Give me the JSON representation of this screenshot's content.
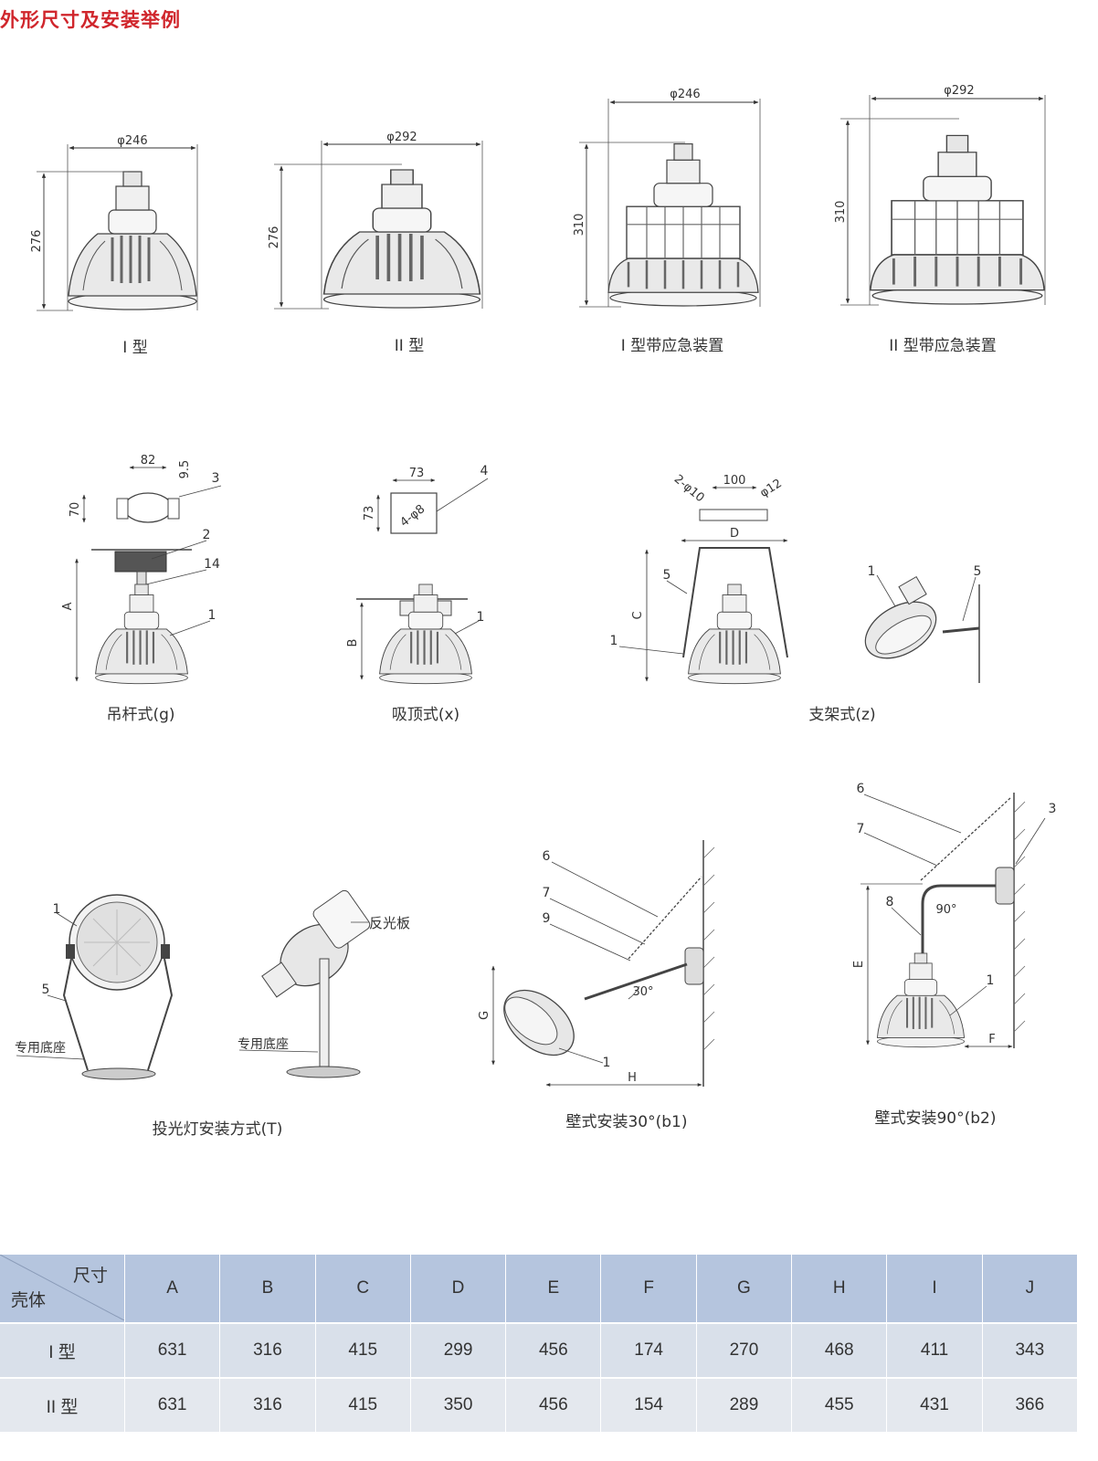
{
  "title": "外形尺寸及安装举例",
  "lamps": [
    {
      "caption": "I 型",
      "width": "φ246",
      "height": "276"
    },
    {
      "caption": "II 型",
      "width": "φ292",
      "height": "276"
    },
    {
      "caption": "I 型带应急装置",
      "width": "φ246",
      "height": "310"
    },
    {
      "caption": "II 型带应急装置",
      "width": "φ292",
      "height": "310"
    }
  ],
  "mounts": {
    "g": {
      "caption": "吊杆式(g)",
      "d1": "82",
      "d2": "9.5",
      "d3": "70",
      "labels": [
        "3",
        "2",
        "14",
        "1"
      ],
      "dim": "A"
    },
    "x": {
      "caption": "吸顶式(x)",
      "d1": "73",
      "d2": "73",
      "hole": "4-φ8",
      "labels": [
        "4",
        "1"
      ],
      "dim": "B"
    },
    "z": {
      "caption": "支架式(z)",
      "d1": "100",
      "hole1": "2-φ10",
      "hole2": "φ12",
      "dimD": "D",
      "dimC": "C",
      "labels": [
        "5",
        "1",
        "1",
        "5"
      ]
    },
    "t": {
      "caption": "投光灯安装方式(T)",
      "base1": "专用底座",
      "base2": "专用底座",
      "reflector": "反光板",
      "labels": [
        "1",
        "5"
      ]
    },
    "b1": {
      "caption": "壁式安装30°(b1)",
      "angle": "30°",
      "dimG": "G",
      "dimH": "H",
      "labels": [
        "6",
        "7",
        "9",
        "1"
      ]
    },
    "b2": {
      "caption": "壁式安装90°(b2)",
      "angle": "90°",
      "dimE": "E",
      "dimF": "F",
      "labels": [
        "6",
        "7",
        "3",
        "8",
        "1"
      ]
    }
  },
  "table": {
    "corner_top": "尺寸",
    "corner_bottom": "壳体",
    "columns": [
      "A",
      "B",
      "C",
      "D",
      "E",
      "F",
      "G",
      "H",
      "I",
      "J"
    ],
    "rows": [
      {
        "name": "I 型",
        "values": [
          "631",
          "316",
          "415",
          "299",
          "456",
          "174",
          "270",
          "468",
          "411",
          "343"
        ]
      },
      {
        "name": "II 型",
        "values": [
          "631",
          "316",
          "415",
          "350",
          "456",
          "154",
          "289",
          "455",
          "431",
          "366"
        ]
      }
    ]
  }
}
